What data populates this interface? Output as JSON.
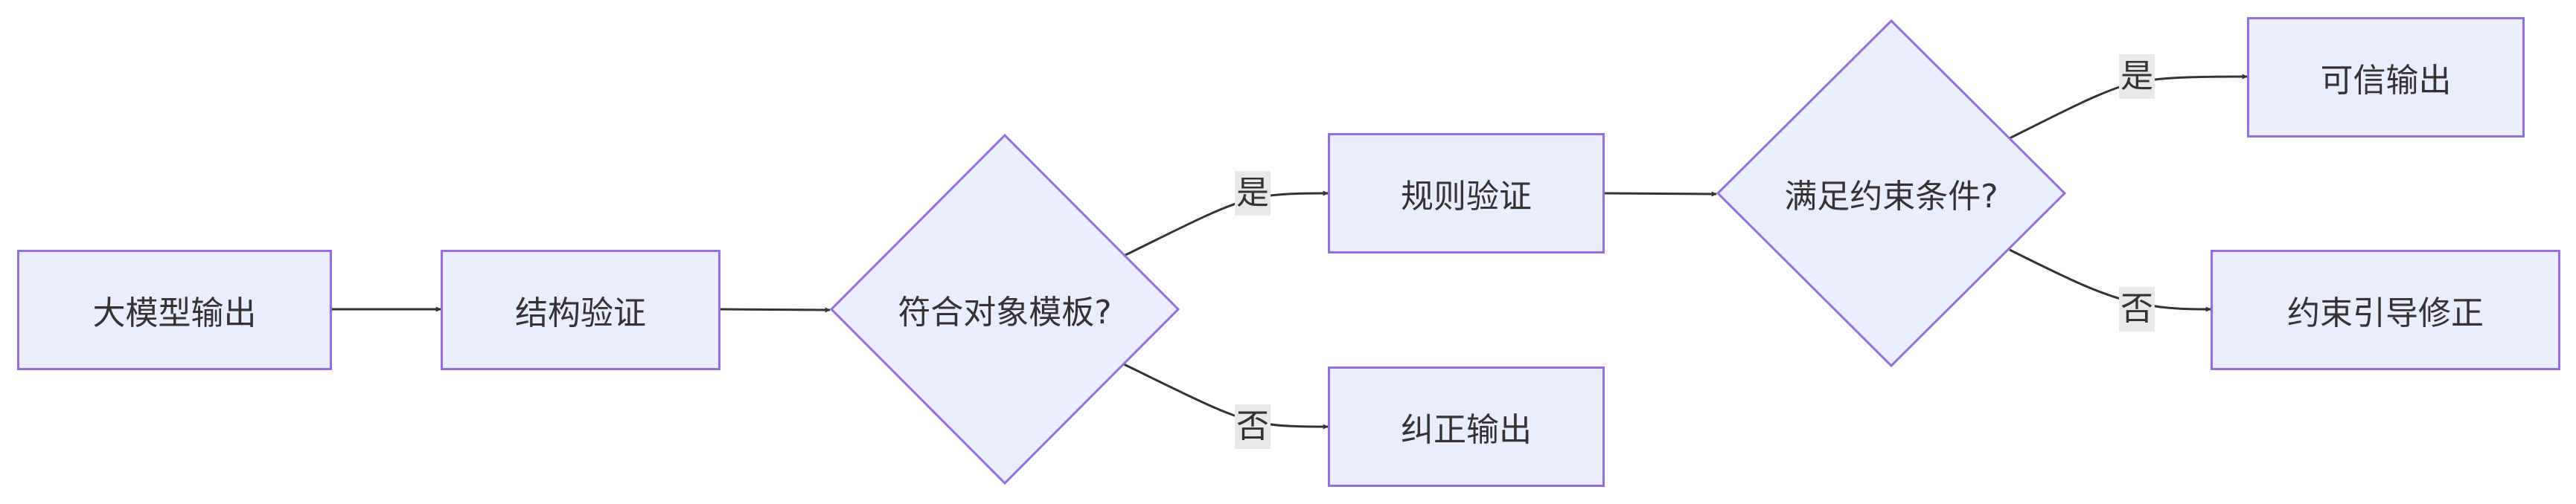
{
  "nodes": {
    "llm_output": "大模型输出",
    "structure_check": "结构验证",
    "template_check": "符合对象模板?",
    "rule_check": "规则验证",
    "corrected_output": "纠正输出",
    "constraint_check": "满足约束条件?",
    "trusted_output": "可信输出",
    "constraint_guided_fix": "约束引导修正"
  },
  "edge_labels": {
    "template_yes": "是",
    "template_no": "否",
    "constraint_yes": "是",
    "constraint_no": "否"
  },
  "colors": {
    "node_fill": "#ECECFF",
    "node_stroke": "#9370DB",
    "edge": "#333333",
    "label_bg": "#E8E8E8",
    "text": "#333333"
  }
}
